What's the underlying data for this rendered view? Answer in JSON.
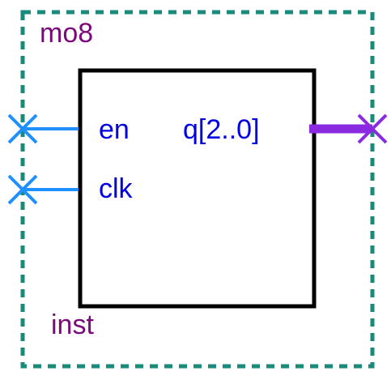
{
  "module": {
    "name": "mo8",
    "instance": "inst"
  },
  "ports": {
    "inputs": [
      {
        "name": "en"
      },
      {
        "name": "clk"
      }
    ],
    "outputs": [
      {
        "name": "q[2..0]"
      }
    ]
  },
  "colors": {
    "boundary": "#1a8a7a",
    "block_border": "#000000",
    "input_wire": "#1e90ff",
    "output_bus": "#8a2be2",
    "port_label": "#0000e0",
    "name_label": "#7a0a7a"
  }
}
